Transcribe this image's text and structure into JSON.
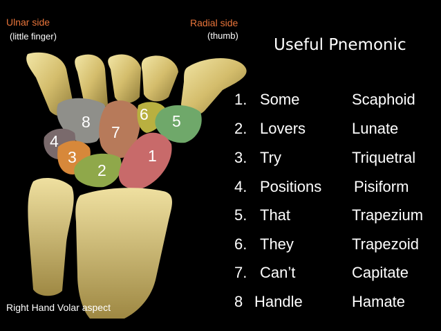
{
  "labels": {
    "ulnar_side": "Ulnar side",
    "little_finger": "(little finger)",
    "radial_side": "Radial side",
    "thumb": "(thumb)",
    "caption": "Right Hand Volar aspect"
  },
  "mnemonic": {
    "title": "Useful Pnemonic",
    "items": [
      {
        "number": "1.",
        "word": "Some",
        "bone": "Scaphoid"
      },
      {
        "number": "2.",
        "word": "Lovers",
        "bone": "Lunate"
      },
      {
        "number": "3.",
        "word": "Try",
        "bone": "Triquetral"
      },
      {
        "number": "4.",
        "word": "Positions",
        "bone": "Pisiform"
      },
      {
        "number": "5.",
        "word": "That",
        "bone": "Trapezium"
      },
      {
        "number": "6.",
        "word": "They",
        "bone": "Trapezoid"
      },
      {
        "number": "7.",
        "word": "Can’t",
        "bone": "Capitate"
      },
      {
        "number": "8",
        "word": "Handle",
        "bone": "Hamate"
      }
    ]
  },
  "bone_markers": [
    "1",
    "2",
    "3",
    "4",
    "5",
    "6",
    "7",
    "8"
  ],
  "colors": {
    "background": "#000000",
    "side_label": "#e8743a",
    "bone_ivory": "#d9c479",
    "scaphoid": "#c86a6a",
    "lunate": "#8fa84a",
    "triquetral": "#d7883a",
    "pisiform": "#7a6a6c",
    "trapezium": "#6fa86a",
    "trapezoid": "#b9b040",
    "capitate": "#b77a5a",
    "hamate": "#8f8f8a"
  }
}
